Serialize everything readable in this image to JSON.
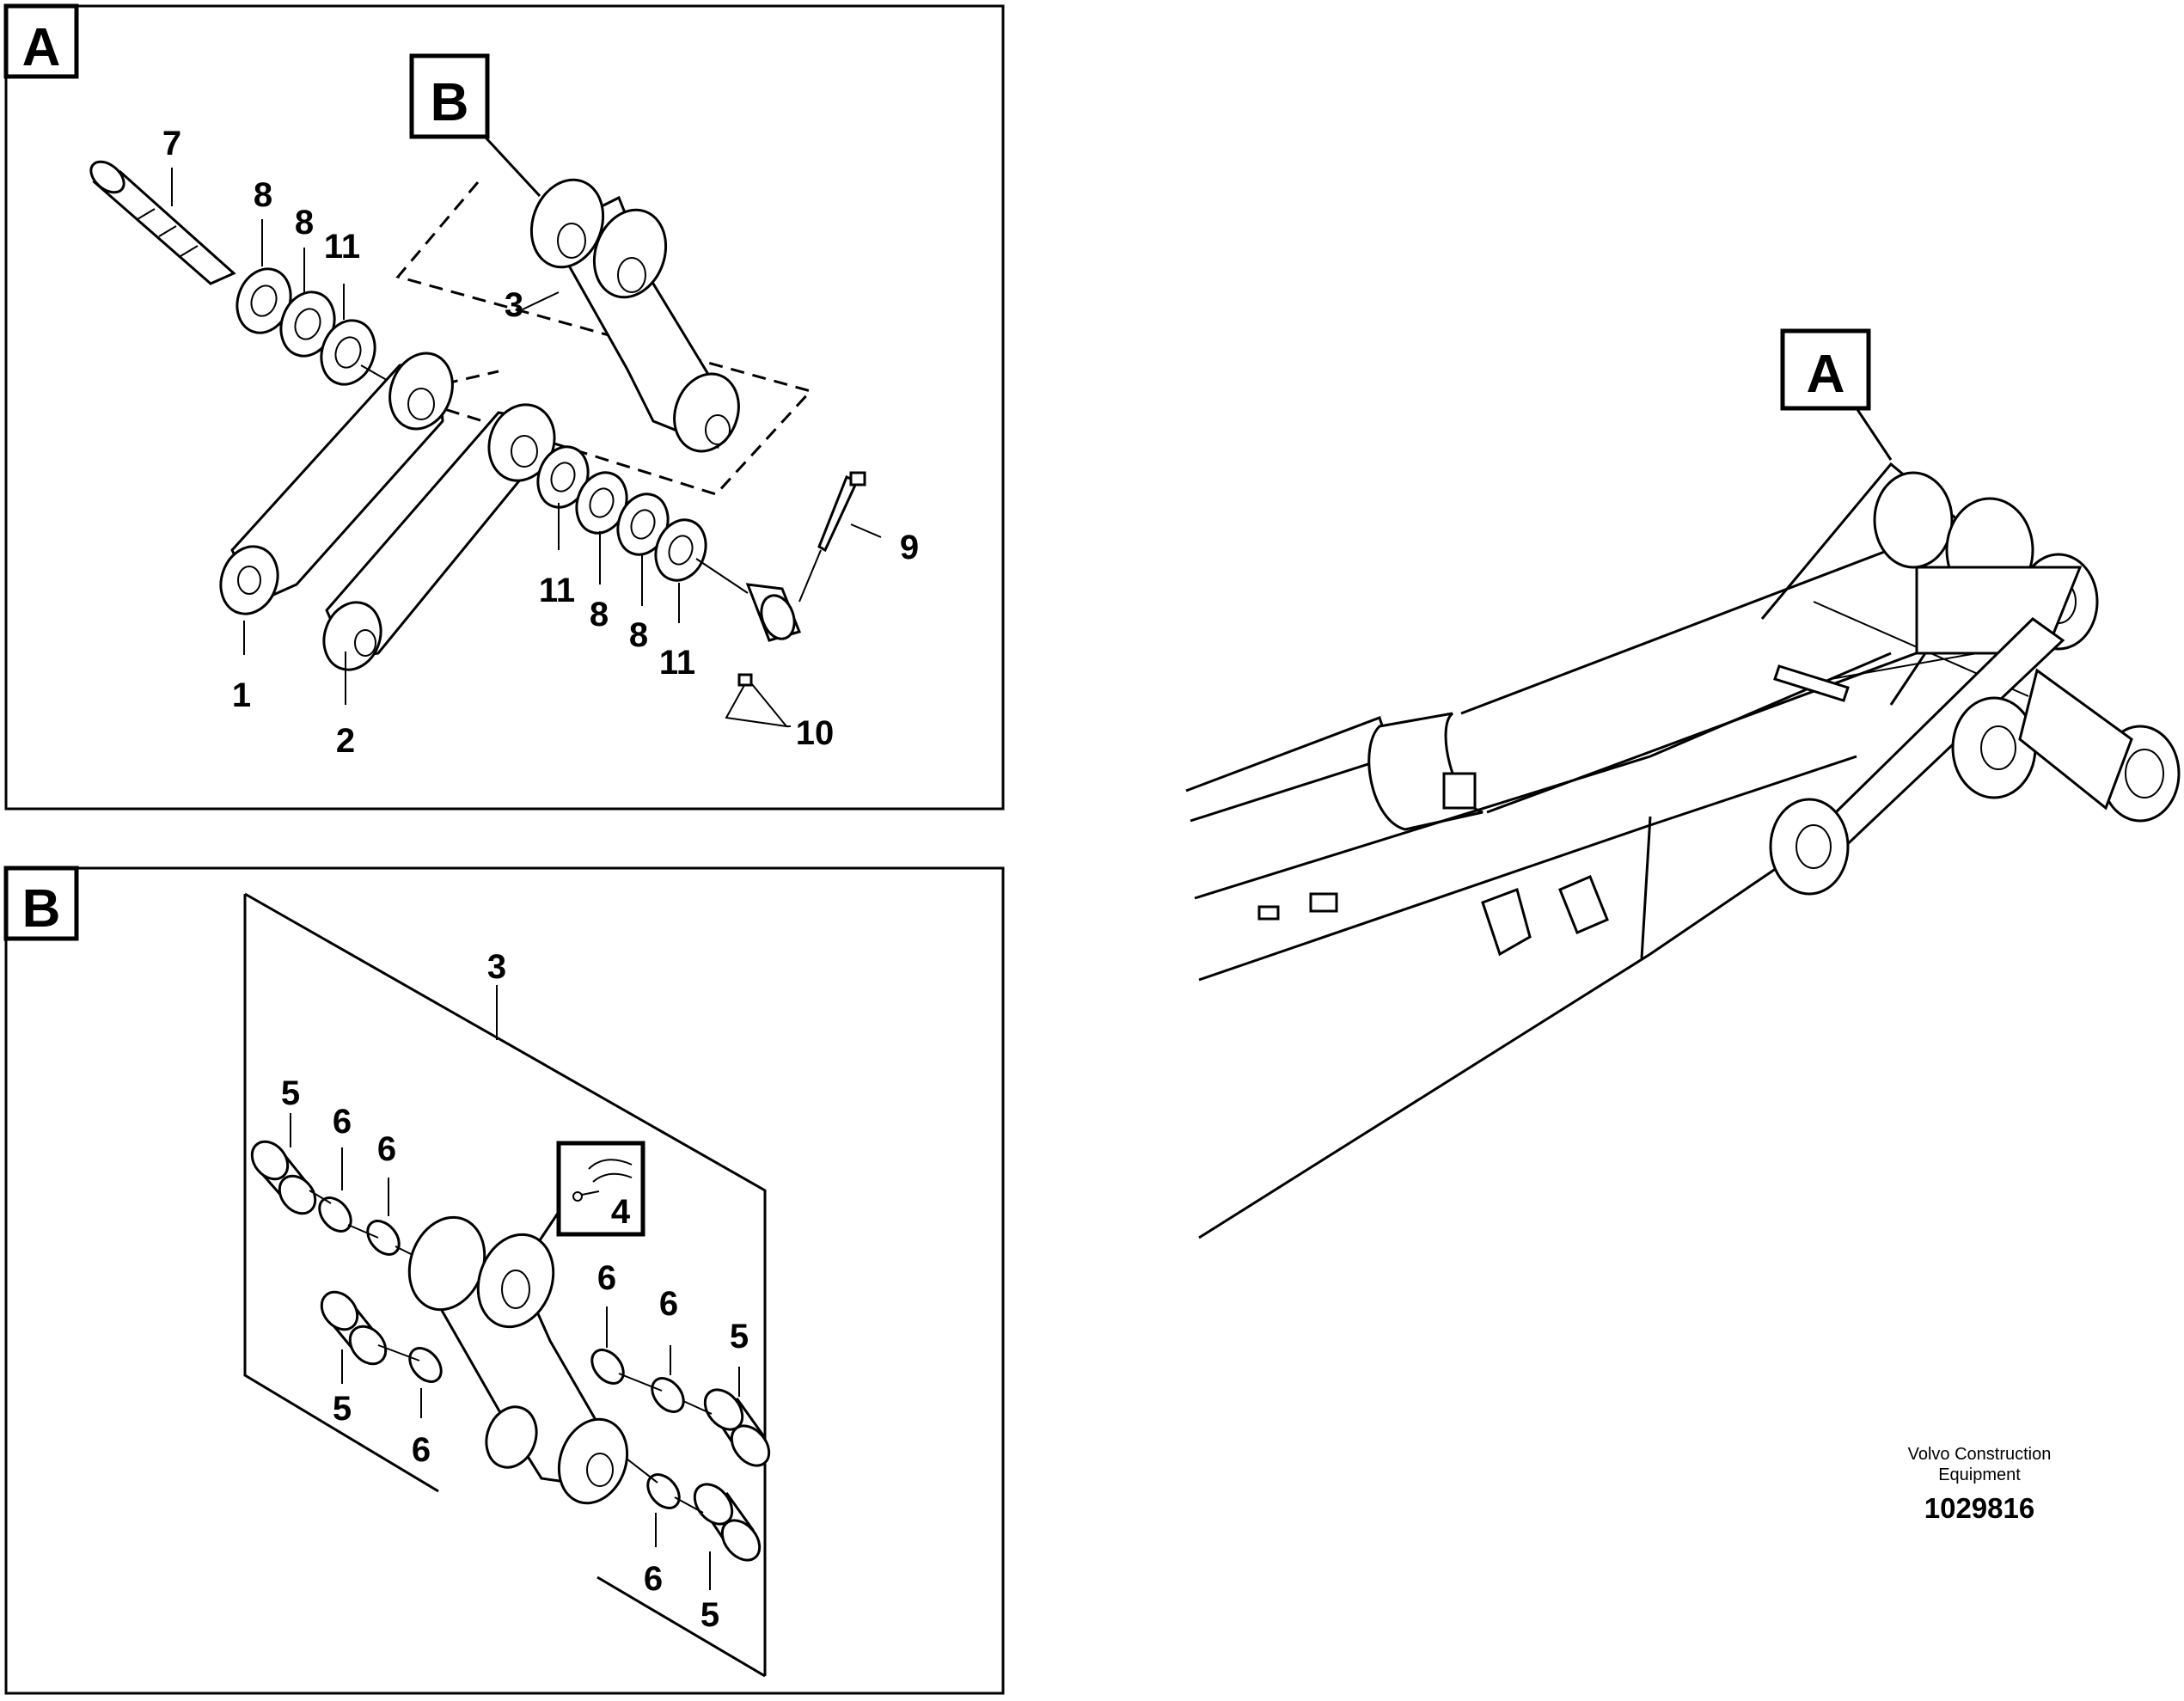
{
  "panels": {
    "a": {
      "tag": "A"
    },
    "b": {
      "tag": "B"
    },
    "overview": {
      "tag": "A"
    }
  },
  "callouts": {
    "b_in_a": "B",
    "a": {
      "p1": "1",
      "p2": "2",
      "p3": "3",
      "p7": "7",
      "p8a": "8",
      "p8b": "8",
      "p11a": "11",
      "p11b": "11",
      "p8c": "8",
      "p8d": "8",
      "p11c": "11",
      "p9": "9",
      "p10": "10"
    },
    "b": {
      "p3": "3",
      "p4": "4",
      "p5a": "5",
      "p6a": "6",
      "p6b": "6",
      "p5b": "5",
      "p6c": "6",
      "p6d": "6",
      "p6e": "6",
      "p5c": "5",
      "p6f": "6",
      "p5d": "5"
    }
  },
  "footer": {
    "company_line1": "Volvo Construction",
    "company_line2": "Equipment",
    "drawing_number": "1029816"
  }
}
